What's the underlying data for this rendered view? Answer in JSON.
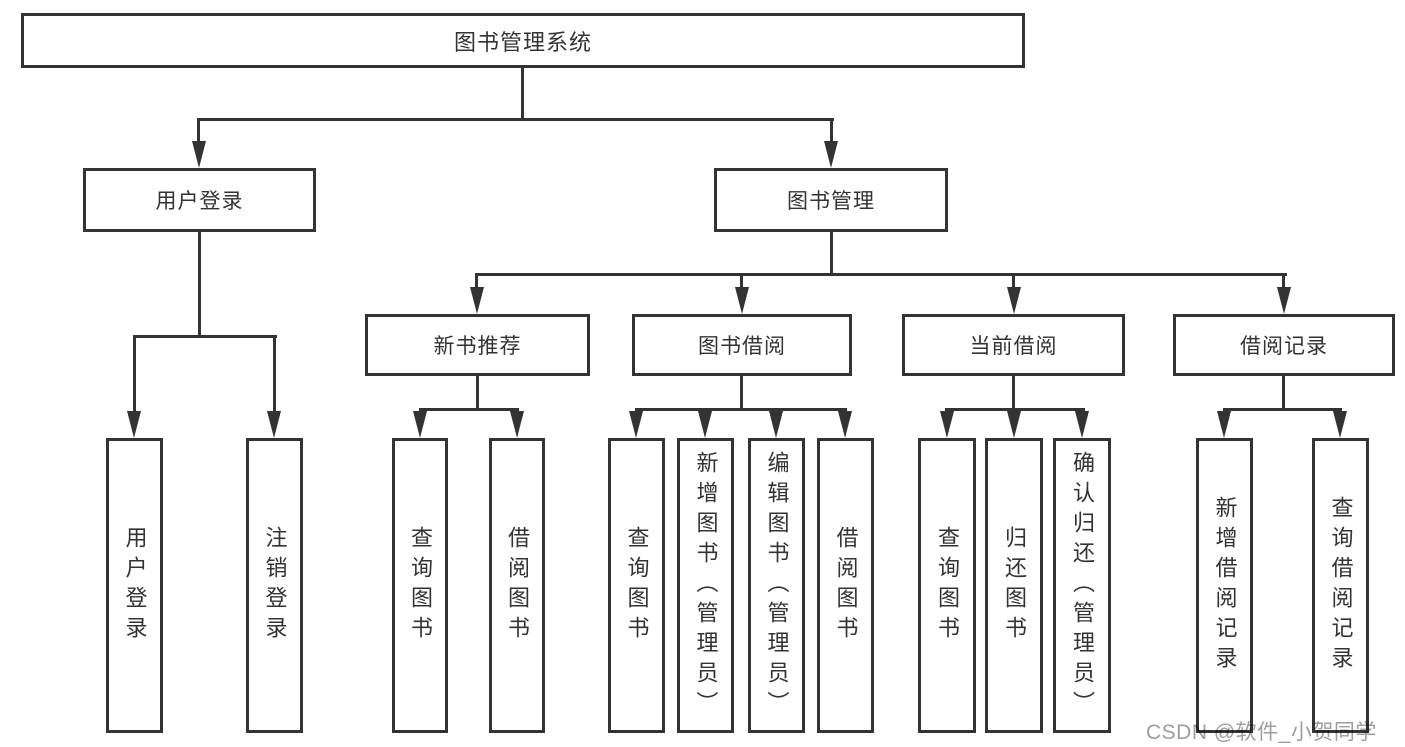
{
  "root": {
    "label": "图书管理系统"
  },
  "branches": [
    {
      "label": "用户登录",
      "children": [
        {
          "label": "用户登录"
        },
        {
          "label": "注销登录"
        }
      ]
    },
    {
      "label": "图书管理",
      "groups": [
        {
          "label": "新书推荐",
          "children": [
            {
              "label": "查询图书"
            },
            {
              "label": "借阅图书"
            }
          ]
        },
        {
          "label": "图书借阅",
          "children": [
            {
              "label": "查询图书"
            },
            {
              "label": "新增图书（管理员）"
            },
            {
              "label": "编辑图书（管理员）"
            },
            {
              "label": "借阅图书"
            }
          ]
        },
        {
          "label": "当前借阅",
          "children": [
            {
              "label": "查询图书"
            },
            {
              "label": "归还图书"
            },
            {
              "label": "确认归还（管理员）"
            }
          ]
        },
        {
          "label": "借阅记录",
          "children": [
            {
              "label": "新增借阅记录"
            },
            {
              "label": "查询借阅记录"
            }
          ]
        }
      ]
    }
  ],
  "watermark": "CSDN @软件_小贺同学",
  "colors": {
    "line": "#333333",
    "text": "#333333",
    "background": "#ffffff",
    "watermark": "#9e9e9e"
  }
}
